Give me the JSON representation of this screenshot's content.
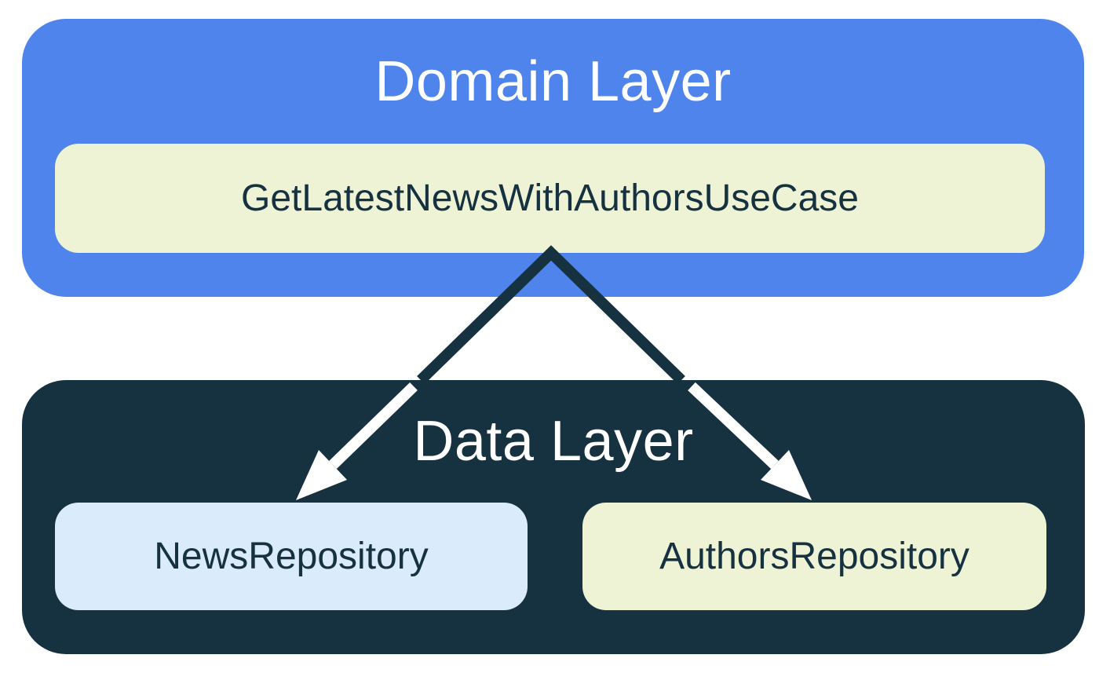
{
  "domain_layer": {
    "title": "Domain Layer",
    "use_case_label": "GetLatestNewsWithAuthorsUseCase"
  },
  "data_layer": {
    "title": "Data Layer",
    "repositories": [
      {
        "label": "NewsRepository"
      },
      {
        "label": "AuthorsRepository"
      }
    ]
  },
  "colors": {
    "domain_bg": "#4E84EB",
    "data_bg": "#16313F",
    "cream": "#EEF3D6",
    "light_blue": "#DAECFC",
    "text_on_light": "#16313F",
    "text_on_dark": "#FFFFFF",
    "arrow_dark": "#16313F",
    "arrow_light": "#FFFFFF",
    "page_bg": "#FFFFFF"
  }
}
